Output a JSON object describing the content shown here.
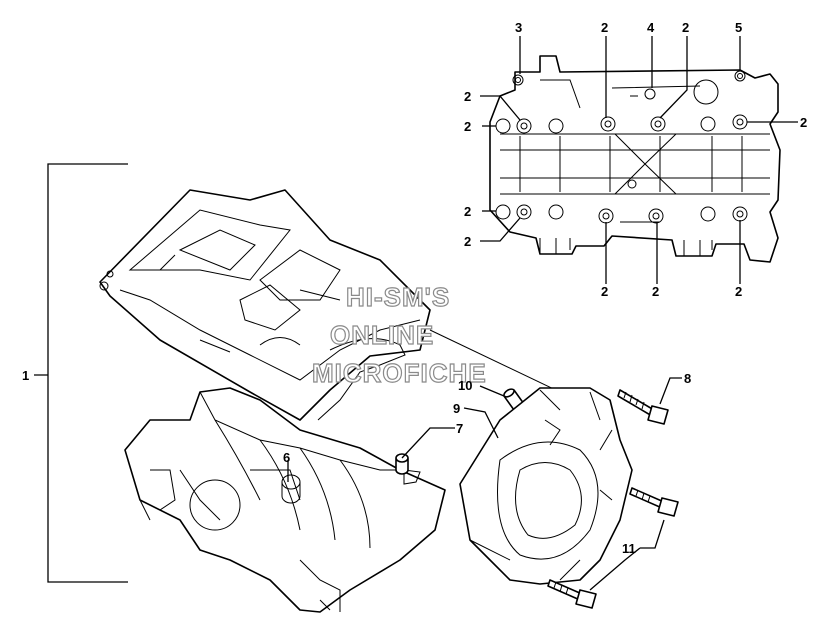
{
  "watermark": {
    "line1": "HI-SM'S",
    "line2": "ONLINE",
    "line3": "MICROFICHE"
  },
  "callouts": {
    "c1": "1",
    "c3": "3",
    "c4": "4",
    "c5": "5",
    "c2": "2",
    "c6": "6",
    "c7": "7",
    "c8": "8",
    "c9": "9",
    "c10": "10",
    "c11": "11"
  }
}
